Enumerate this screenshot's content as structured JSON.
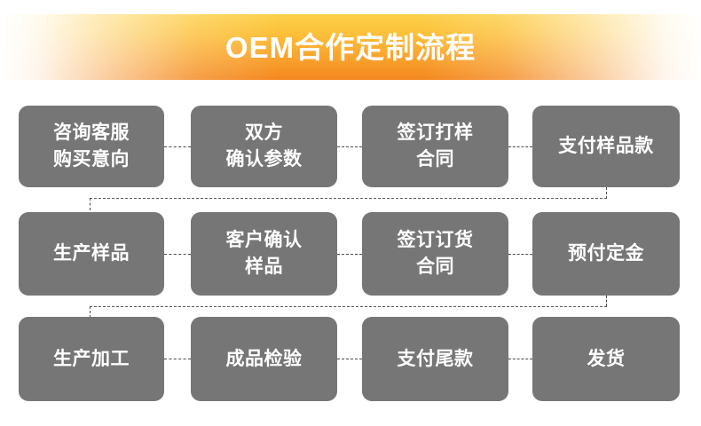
{
  "banner": {
    "title": "OEM合作定制流程",
    "text_color": "#ffffff",
    "gradient_top": "#fdd04a",
    "gradient_bottom": "#f4871f"
  },
  "diagram": {
    "type": "flowchart-snake",
    "node_fill": "#767676",
    "node_text_color": "#ffffff",
    "connector_color": "#4a4a4a",
    "connector_style": "dashed",
    "background": "#ffffff",
    "rows": [
      {
        "direction": "left-to-right",
        "nodes": [
          {
            "line1": "咨询客服",
            "line2": "购买意向"
          },
          {
            "line1": "双方",
            "line2": "确认参数"
          },
          {
            "line1": "签订打样",
            "line2": "合同"
          },
          {
            "line1": "支付样品款",
            "line2": ""
          }
        ]
      },
      {
        "direction": "left-to-right",
        "nodes": [
          {
            "line1": "生产样品",
            "line2": ""
          },
          {
            "line1": "客户确认",
            "line2": "样品"
          },
          {
            "line1": "签订订货",
            "line2": "合同"
          },
          {
            "line1": "预付定金",
            "line2": ""
          }
        ]
      },
      {
        "direction": "left-to-right",
        "nodes": [
          {
            "line1": "生产加工",
            "line2": ""
          },
          {
            "line1": "成品检验",
            "line2": ""
          },
          {
            "line1": "支付尾款",
            "line2": ""
          },
          {
            "line1": "发货",
            "line2": ""
          }
        ]
      }
    ]
  }
}
